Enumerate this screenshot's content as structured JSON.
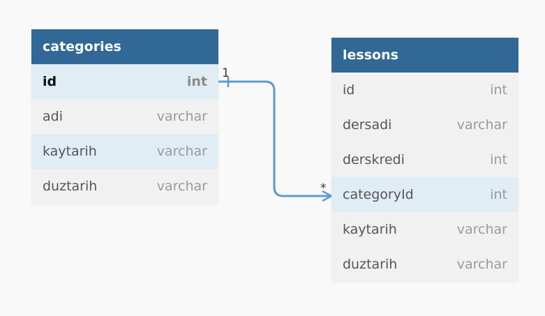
{
  "tables": {
    "categories": {
      "title": "categories",
      "columns": [
        {
          "name": "id",
          "type": "int"
        },
        {
          "name": "adi",
          "type": "varchar"
        },
        {
          "name": "kaytarih",
          "type": "varchar"
        },
        {
          "name": "duztarih",
          "type": "varchar"
        }
      ]
    },
    "lessons": {
      "title": "lessons",
      "columns": [
        {
          "name": "id",
          "type": "int"
        },
        {
          "name": "dersadi",
          "type": "varchar"
        },
        {
          "name": "derskredi",
          "type": "int"
        },
        {
          "name": "categoryId",
          "type": "int"
        },
        {
          "name": "kaytarih",
          "type": "varchar"
        },
        {
          "name": "duztarih",
          "type": "varchar"
        }
      ]
    }
  },
  "relationship": {
    "from_table": "categories",
    "from_column": "id",
    "to_table": "lessons",
    "to_column": "categoryId",
    "from_cardinality": "1",
    "to_cardinality": "*"
  },
  "colors": {
    "header": "#316896",
    "highlight_row": "#e0edf5",
    "row": "#f1f1f1",
    "connector": "#5b9bd1"
  }
}
